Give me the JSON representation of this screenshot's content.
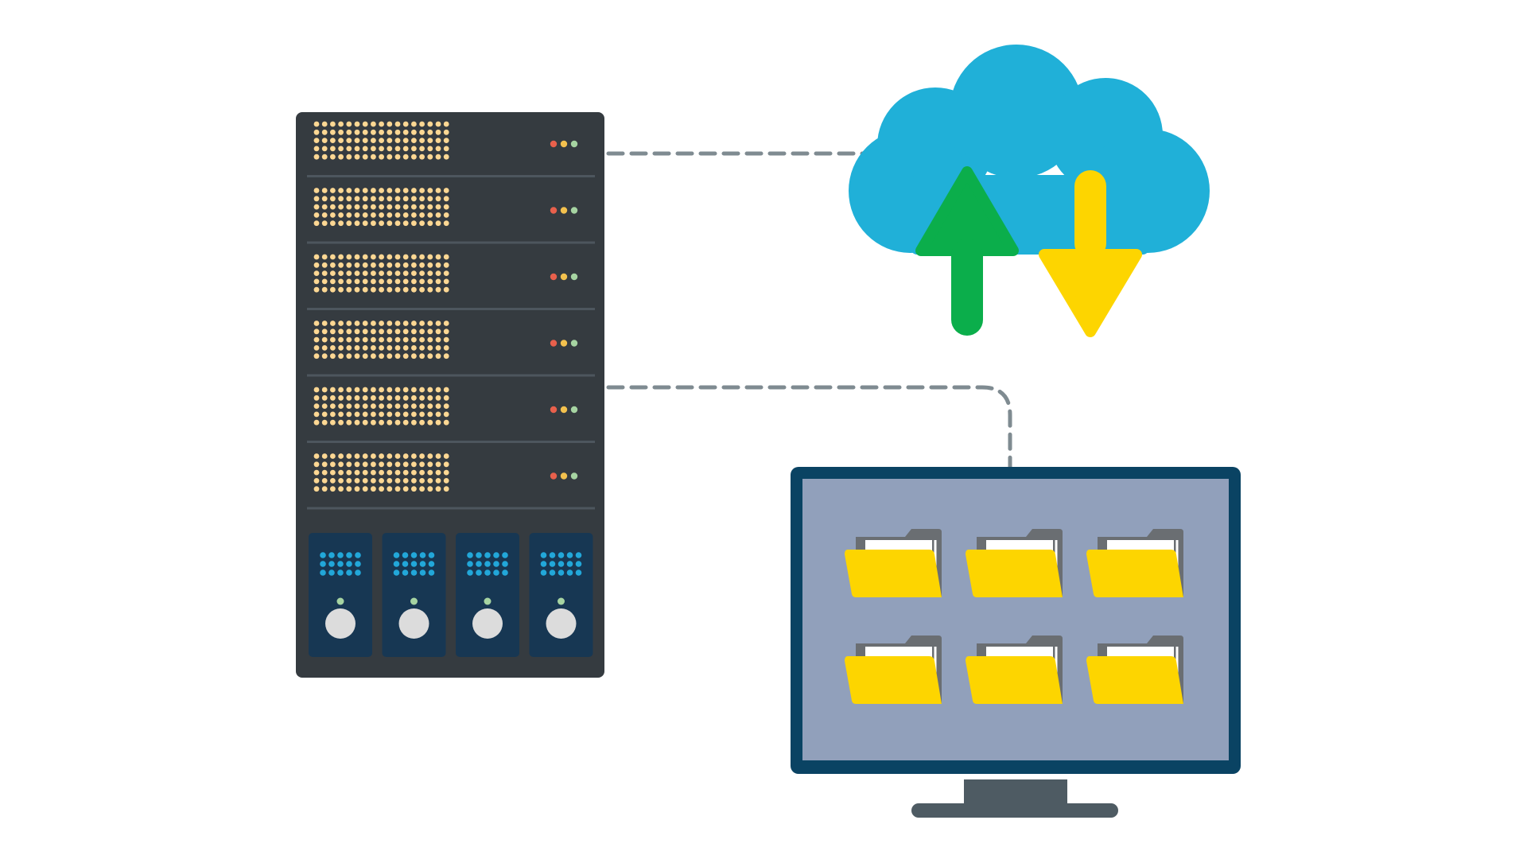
{
  "colors": {
    "background": "#ffffff",
    "server_body": "#353b40",
    "server_divider": "#4d565e",
    "vent_dot": "#fcd793",
    "led_red": "#e8604c",
    "led_yellow": "#f3c14e",
    "led_green": "#a6d4a2",
    "drive_bay": "#173753",
    "drive_dot": "#22a7d9",
    "drive_led": "#a6d4a2",
    "drive_knob": "#dcdcdc",
    "cloud": "#20b0d8",
    "arrow_up": "#0bae4b",
    "arrow_down": "#fdd500",
    "connector": "#7f8b91",
    "monitor_frame": "#0a4363",
    "monitor_screen": "#91a0bb",
    "monitor_stand": "#4e5b63",
    "folder_front": "#fdd500",
    "folder_back": "#6a6e72",
    "folder_paper": "#ffffff"
  },
  "server": {
    "unit_count": 6,
    "drive_bays": 4
  },
  "monitor": {
    "folder_rows": 2,
    "folder_columns": 3
  },
  "icons": {
    "server": "server-rack-icon",
    "cloud": "cloud-icon",
    "upload": "upload-arrow-icon",
    "download": "download-arrow-icon",
    "monitor": "monitor-icon",
    "folder": "folder-icon"
  }
}
